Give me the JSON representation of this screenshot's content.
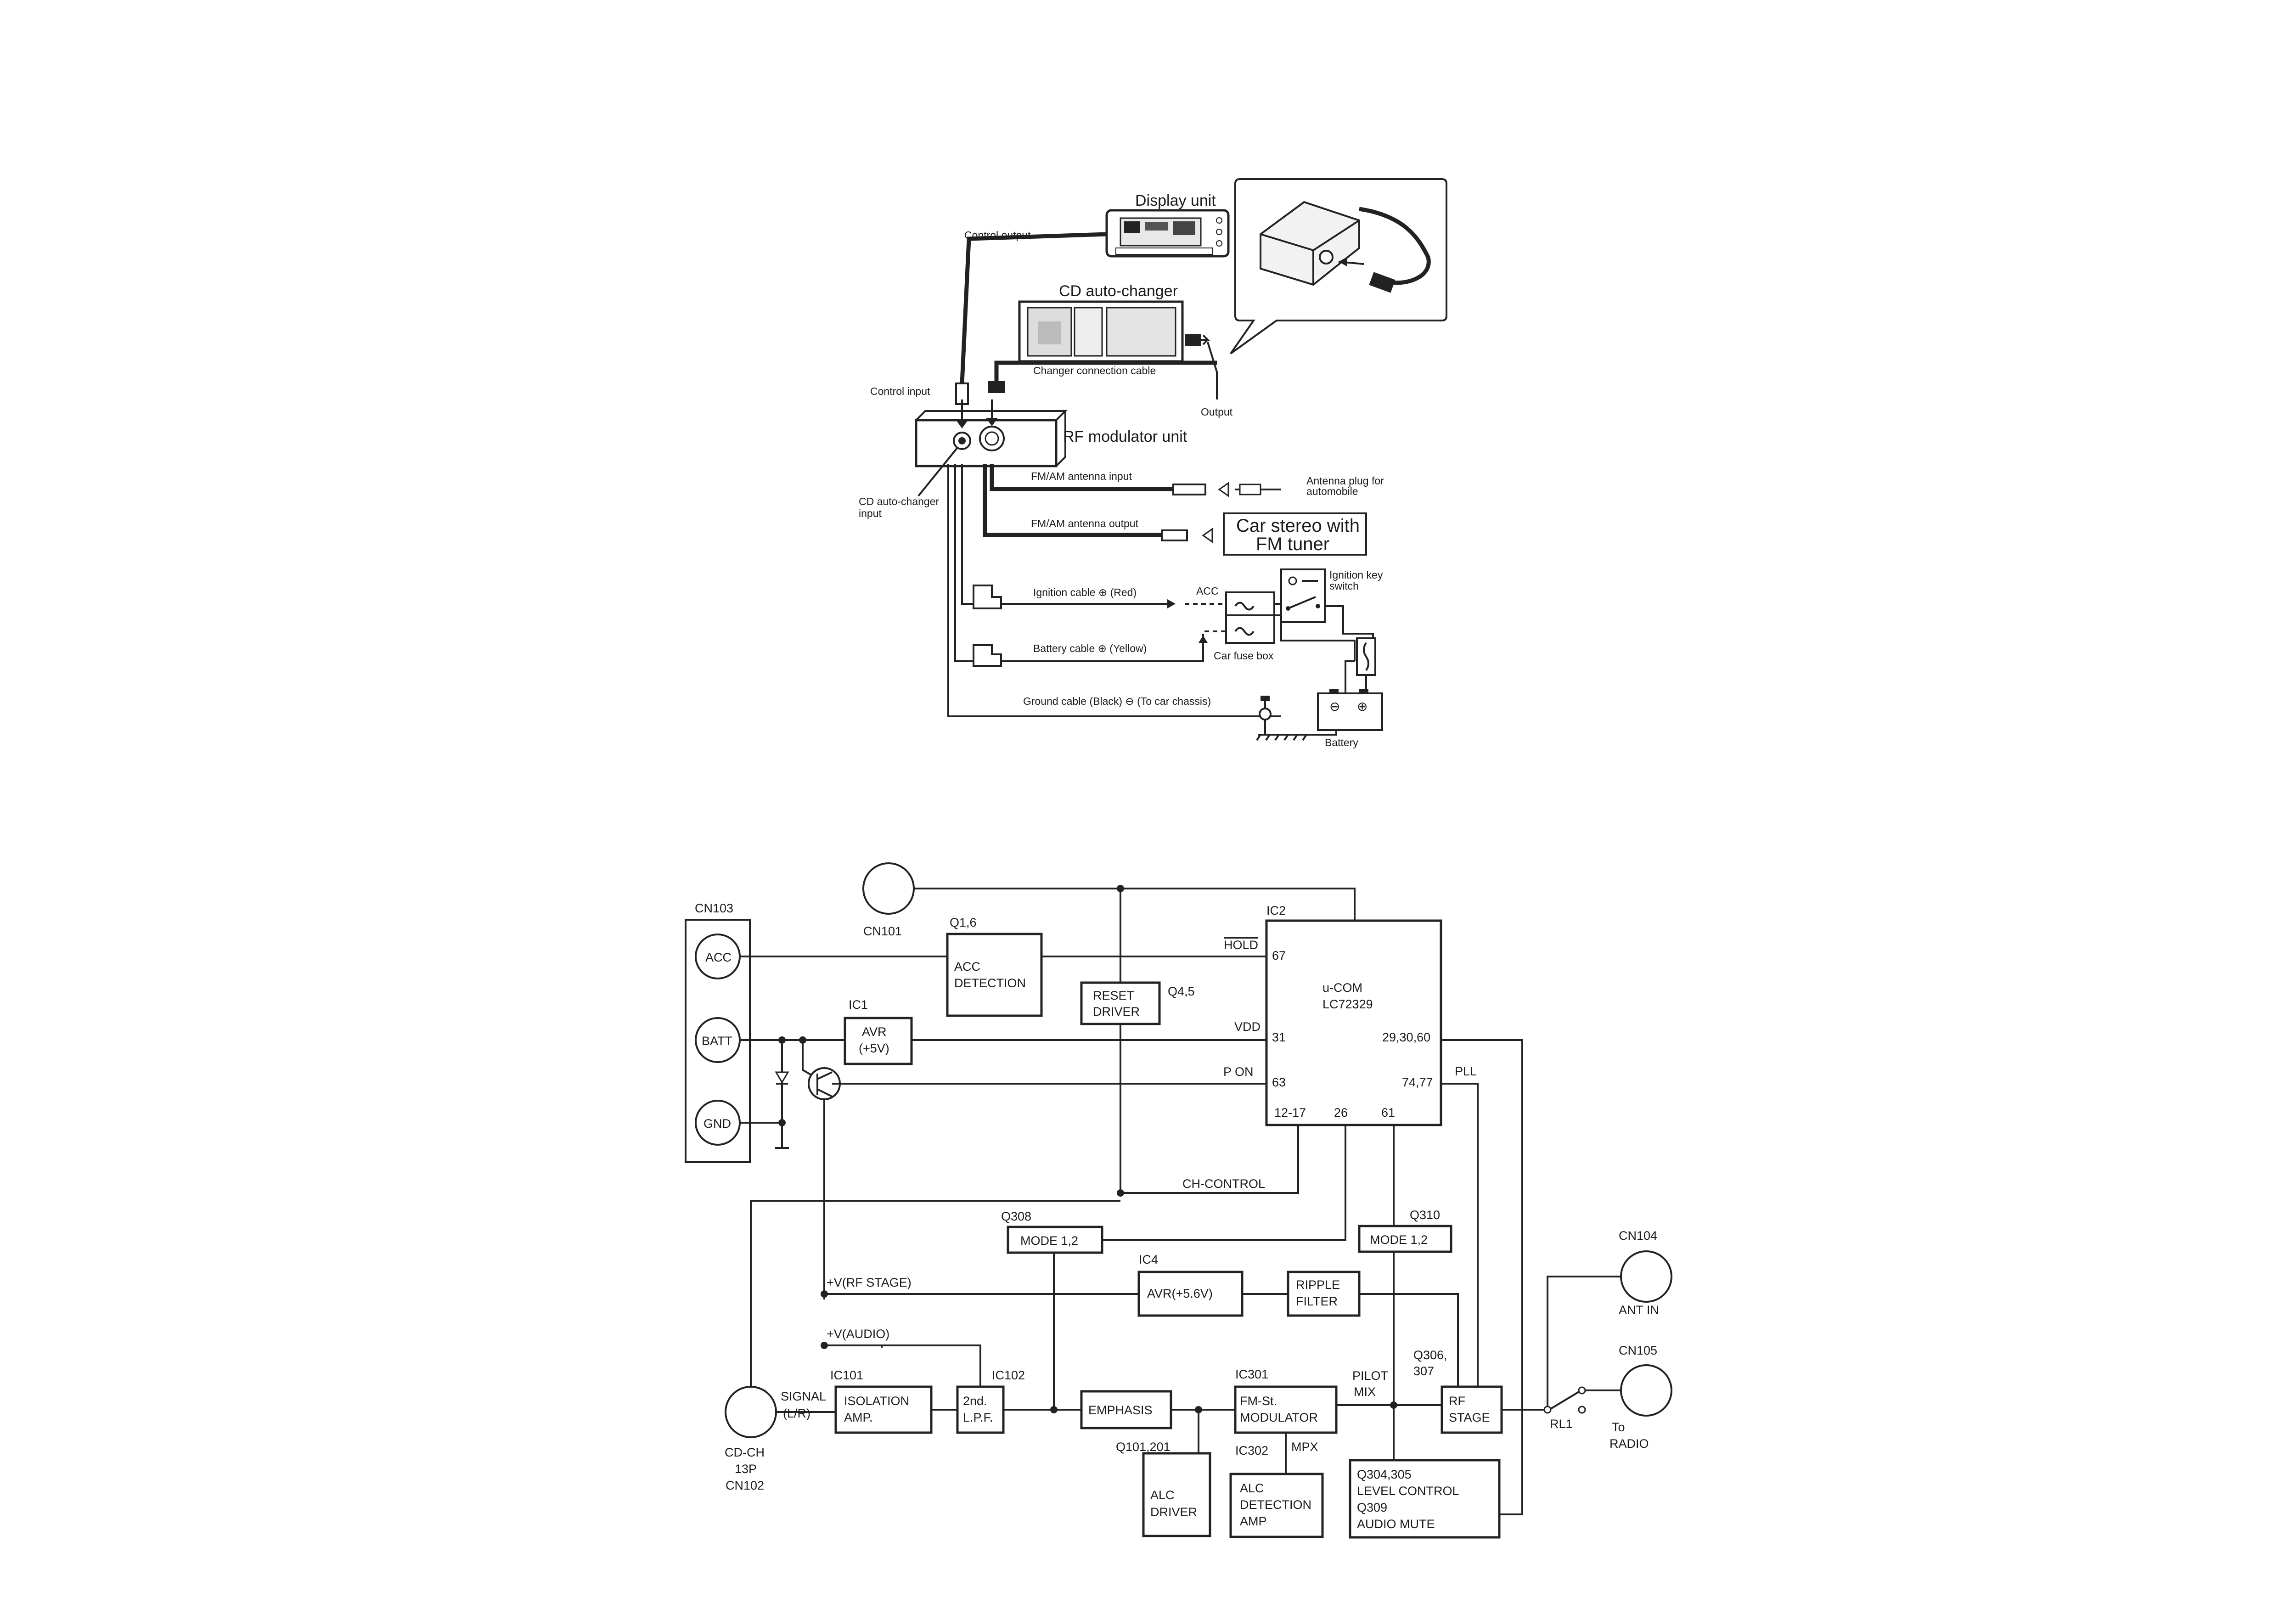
{
  "top_diagram": {
    "display_unit": "Display unit",
    "control_output": "Control output",
    "cd_auto_changer": "CD auto-changer",
    "changer_connection_cable": "Changer connection cable",
    "output": "Output",
    "control_input": "Control input",
    "rf_modulator_unit": "RF modulator unit",
    "cd_changer_input_1": "CD auto-changer",
    "cd_changer_input_2": "input",
    "fm_am_antenna_input": "FM/AM antenna input",
    "antenna_plug_1": "Antenna plug for",
    "antenna_plug_2": "automobile",
    "fm_am_antenna_output": "FM/AM antenna output",
    "car_stereo_1": "Car stereo with",
    "car_stereo_2": "FM tuner",
    "ignition_cable": "Ignition cable ⊕ (Red)",
    "acc": "ACC",
    "ignition_key_1": "Ignition key",
    "ignition_key_2": "switch",
    "battery_cable": "Battery cable ⊕ (Yellow)",
    "car_fuse_box": "Car fuse box",
    "ground_cable": "Ground cable (Black) ⊖ (To car chassis)",
    "battery": "Battery"
  },
  "block_diagram": {
    "cn103": "CN103",
    "cn101": "CN101",
    "acc": "ACC",
    "batt": "BATT",
    "gnd": "GND",
    "q16": "Q1,6",
    "acc_detection_1": "ACC",
    "acc_detection_2": "DETECTION",
    "reset_driver_1": "RESET",
    "reset_driver_2": "DRIVER",
    "q45": "Q4,5",
    "ic1": "IC1",
    "avr_1": "AVR",
    "avr_2": "(+5V)",
    "ic2": "IC2",
    "hold": "HOLD",
    "pin_67": "67",
    "vdd": "VDD",
    "pin_31": "31",
    "p_on": "P ON",
    "pin_63": "63",
    "ucom_1": "u-COM",
    "ucom_2": "LC72329",
    "pins_29_30_60": "29,30,60",
    "pll": "PLL",
    "pins_74_77": "74,77",
    "pins_12_17": "12-17",
    "pin_26": "26",
    "pin_61": "61",
    "ch_control": "CH-CONTROL",
    "q308": "Q308",
    "mode_left": "MODE 1,2",
    "q310": "Q310",
    "mode_right": "MODE 1,2",
    "ic4": "IC4",
    "v_rf_stage": "+V(RF STAGE)",
    "avr_56": "AVR(+5.6V)",
    "ripple_1": "RIPPLE",
    "ripple_2": "FILTER",
    "v_audio": "+V(AUDIO)",
    "ic101": "IC101",
    "ic102": "IC102",
    "iso_1": "ISOLATION",
    "iso_2": "AMP.",
    "lpf_1": "2nd.",
    "lpf_2": "L.P.F.",
    "emphasis": "EMPHASIS",
    "ic301": "IC301",
    "fm_mod_1": "FM-St.",
    "fm_mod_2": "MODULATOR",
    "pilot": "PILOT",
    "mix": "MIX",
    "q306_1": "Q306,",
    "q306_2": "307",
    "rf_stage_1": "RF",
    "rf_stage_2": "STAGE",
    "signal_1": "SIGNAL",
    "signal_2": "(L/R)",
    "cdch_1": "CD-CH",
    "cdch_2": "13P",
    "cdch_3": "CN102",
    "q101": "Q101,201",
    "alc_drv_1": "ALC",
    "alc_drv_2": "DRIVER",
    "ic302": "IC302",
    "mpx": "MPX",
    "alc_det_1": "ALC",
    "alc_det_2": "DETECTION",
    "alc_det_3": "AMP",
    "lvl_1": "Q304,305",
    "lvl_2": "LEVEL CONTROL",
    "lvl_3": "Q309",
    "lvl_4": "AUDIO MUTE",
    "rl1": "RL1",
    "cn104": "CN104",
    "ant_in": "ANT IN",
    "cn105": "CN105",
    "to_1": "To",
    "to_2": "RADIO"
  }
}
